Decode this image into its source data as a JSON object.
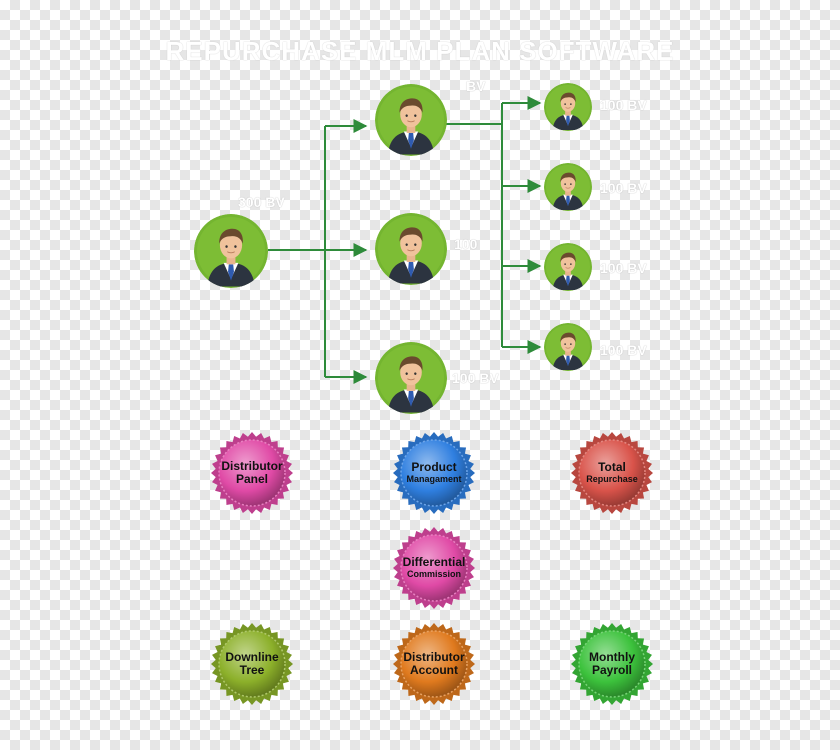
{
  "title": "REPURCHASE MLM PLAN SOFTWARE",
  "bv_labels": {
    "root": "300 BV",
    "level1_top": "BV",
    "level1_middle": "100",
    "level1_bottom": "100 BV",
    "level2_1": "100 BV",
    "level2_2": "100 BV",
    "level2_3": "100 BV",
    "level2_4": "100 BV"
  },
  "colors": {
    "node_green": "#74b530",
    "connector": "#2e8b3a",
    "seal_pink": "#e04aa6",
    "seal_blue": "#2f7fe0",
    "seal_red": "#d9534a",
    "seal_olive": "#8cb02a",
    "seal_orange": "#e07a1e",
    "seal_green": "#3cc23c"
  },
  "features": [
    {
      "line1": "Distributor",
      "line2": "Panel",
      "color": "#e04aa6"
    },
    {
      "line1": "Product",
      "line2": "Managament",
      "color": "#2f7fe0"
    },
    {
      "line1": "Total",
      "line2": "Repurchase",
      "color": "#d9534a"
    },
    {
      "line1": "Differential",
      "line2": "Commission",
      "color": "#e04aa6"
    },
    {
      "line1": "Downline",
      "line2": "Tree",
      "color": "#8cb02a"
    },
    {
      "line1": "Distributor",
      "line2": "Account",
      "color": "#e07a1e"
    },
    {
      "line1": "Monthly",
      "line2": "Payroll",
      "color": "#3cc23c"
    }
  ],
  "icons": {
    "person": "user-avatar-icon",
    "seal": "badge-seal-icon"
  }
}
